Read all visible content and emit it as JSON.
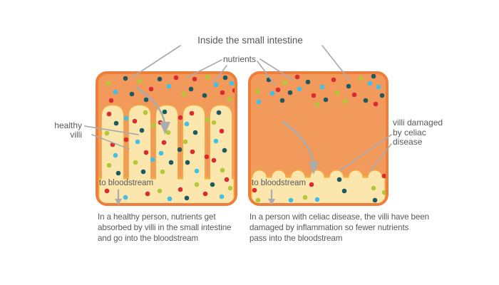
{
  "labels": {
    "title": "Inside the small intestine",
    "nutrients": "nutrients",
    "healthy_villi": [
      "healthy",
      "villi"
    ],
    "villi_damaged": [
      "villi damaged",
      "by celiac",
      "disease"
    ],
    "to_bloodstream": "to bloodstream"
  },
  "captions": {
    "left": [
      "In a healthy person, nutrients get",
      "absorbed by villi in the small intestine",
      "and go into the bloodstream"
    ],
    "right": [
      "In a person with celiac disease, the villi have been",
      "damaged by inflammation so fewer nutrients",
      "pass into the bloodstream"
    ]
  },
  "colors": {
    "panel_fill": "#f2995c",
    "panel_border": "#ee7e3b",
    "cream": "#fbe6ae",
    "villi_stroke": "#f3aa3f",
    "line_gray": "#a9abad",
    "text_gray": "#58595b",
    "dot_red": "#d92b31",
    "dot_green": "#b2c937",
    "dot_teal": "#1b5a61",
    "dot_cyan": "#3fc0e8"
  },
  "dot_colors": {
    "r": "#d92b31",
    "g": "#b2c937",
    "t": "#1b5a61",
    "c": "#3fc0e8"
  },
  "dot_radius": 3.3,
  "dots": {
    "left": [
      [
        152,
        117,
        "g"
      ],
      [
        176,
        110,
        "t"
      ],
      [
        196,
        114,
        "g"
      ],
      [
        162,
        129,
        "c"
      ],
      [
        185,
        132,
        "t"
      ],
      [
        212,
        125,
        "r"
      ],
      [
        224,
        111,
        "t"
      ],
      [
        237,
        121,
        "c"
      ],
      [
        247,
        109,
        "r"
      ],
      [
        258,
        132,
        "g"
      ],
      [
        268,
        125,
        "t"
      ],
      [
        273,
        111,
        "r"
      ],
      [
        287,
        134,
        "t"
      ],
      [
        291,
        108,
        "g"
      ],
      [
        303,
        119,
        "c"
      ],
      [
        312,
        130,
        "r"
      ],
      [
        316,
        109,
        "t"
      ],
      [
        325,
        117,
        "c"
      ],
      [
        329,
        127,
        "r"
      ],
      [
        205,
        140,
        "t"
      ],
      [
        156,
        141,
        "r"
      ],
      [
        322,
        139,
        "g"
      ],
      [
        153,
        160,
        "r"
      ],
      [
        163,
        173,
        "t"
      ],
      [
        150,
        187,
        "g"
      ],
      [
        158,
        203,
        "r"
      ],
      [
        162,
        218,
        "c"
      ],
      [
        153,
        232,
        "g"
      ],
      [
        166,
        243,
        "t"
      ],
      [
        177,
        166,
        "c"
      ],
      [
        177,
        196,
        "r"
      ],
      [
        204,
        158,
        "g"
      ],
      [
        189,
        170,
        "r"
      ],
      [
        199,
        183,
        "t"
      ],
      [
        193,
        199,
        "c"
      ],
      [
        205,
        214,
        "r"
      ],
      [
        190,
        228,
        "g"
      ],
      [
        201,
        241,
        "t"
      ],
      [
        215,
        176,
        "g"
      ],
      [
        214,
        224,
        "c"
      ],
      [
        231,
        157,
        "t"
      ],
      [
        225,
        172,
        "r"
      ],
      [
        236,
        186,
        "g"
      ],
      [
        230,
        200,
        "r"
      ],
      [
        226,
        215,
        "c"
      ],
      [
        240,
        228,
        "t"
      ],
      [
        228,
        241,
        "g"
      ],
      [
        253,
        165,
        "r"
      ],
      [
        252,
        210,
        "t"
      ],
      [
        269,
        159,
        "r"
      ],
      [
        262,
        174,
        "c"
      ],
      [
        274,
        186,
        "t"
      ],
      [
        260,
        199,
        "g"
      ],
      [
        270,
        213,
        "r"
      ],
      [
        263,
        228,
        "t"
      ],
      [
        276,
        240,
        "c"
      ],
      [
        291,
        168,
        "g"
      ],
      [
        290,
        220,
        "r"
      ],
      [
        307,
        158,
        "t"
      ],
      [
        300,
        172,
        "g"
      ],
      [
        311,
        184,
        "r"
      ],
      [
        303,
        198,
        "c"
      ],
      [
        315,
        211,
        "t"
      ],
      [
        300,
        225,
        "r"
      ],
      [
        312,
        239,
        "g"
      ],
      [
        150,
        268,
        "r"
      ],
      [
        176,
        277,
        "c"
      ],
      [
        207,
        272,
        "r"
      ],
      [
        224,
        268,
        "g"
      ],
      [
        238,
        279,
        "c"
      ],
      [
        253,
        266,
        "r"
      ],
      [
        262,
        278,
        "t"
      ],
      [
        276,
        259,
        "g"
      ],
      [
        288,
        272,
        "r"
      ],
      [
        298,
        259,
        "t"
      ],
      [
        311,
        276,
        "c"
      ],
      [
        323,
        264,
        "g"
      ],
      [
        318,
        252,
        "r"
      ]
    ],
    "right": [
      [
        361,
        128,
        "g"
      ],
      [
        377,
        112,
        "t"
      ],
      [
        382,
        131,
        "c"
      ],
      [
        396,
        141,
        "t"
      ],
      [
        400,
        116,
        "g"
      ],
      [
        420,
        125,
        "c"
      ],
      [
        432,
        115,
        "t"
      ],
      [
        440,
        134,
        "r"
      ],
      [
        452,
        122,
        "c"
      ],
      [
        457,
        140,
        "t"
      ],
      [
        468,
        112,
        "r"
      ],
      [
        473,
        130,
        "g"
      ],
      [
        489,
        121,
        "t"
      ],
      [
        497,
        133,
        "r"
      ],
      [
        506,
        110,
        "g"
      ],
      [
        513,
        141,
        "t"
      ],
      [
        519,
        117,
        "c"
      ],
      [
        531,
        122,
        "c"
      ],
      [
        536,
        134,
        "t"
      ],
      [
        527,
        146,
        "r"
      ],
      [
        417,
        108,
        "r"
      ],
      [
        445,
        147,
        "g"
      ],
      [
        407,
        130,
        "t"
      ],
      [
        363,
        143,
        "c"
      ],
      [
        390,
        126,
        "r"
      ],
      [
        484,
        142,
        "g"
      ],
      [
        524,
        107,
        "t"
      ],
      [
        357,
        267,
        "r"
      ],
      [
        362,
        281,
        "g"
      ],
      [
        408,
        281,
        "c"
      ],
      [
        428,
        277,
        "g"
      ],
      [
        445,
        280,
        "c"
      ],
      [
        437,
        259,
        "r"
      ],
      [
        476,
        252,
        "t"
      ],
      [
        483,
        268,
        "t"
      ],
      [
        524,
        264,
        "g"
      ],
      [
        526,
        281,
        "t"
      ],
      [
        539,
        247,
        "r"
      ],
      [
        539,
        270,
        "g"
      ]
    ]
  }
}
